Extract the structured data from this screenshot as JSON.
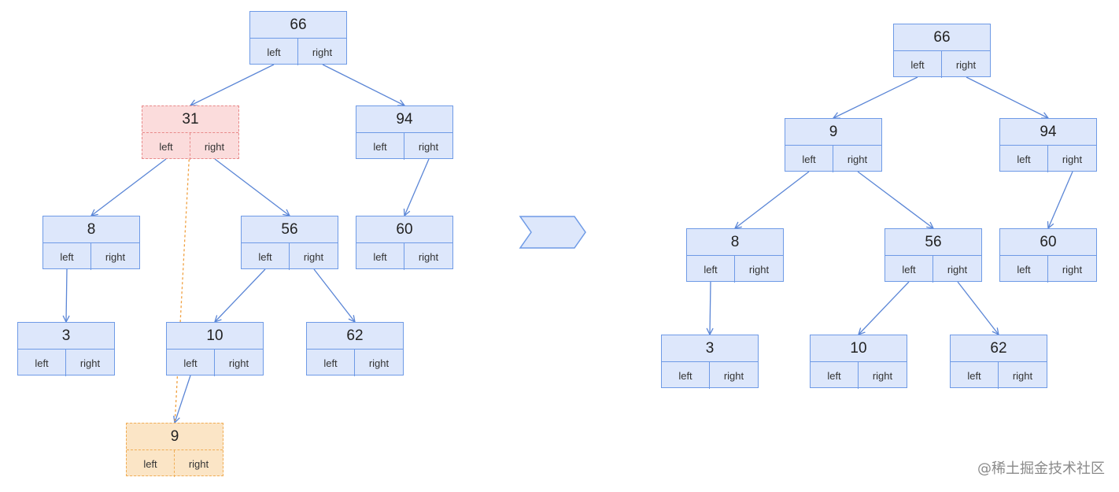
{
  "left_tree": {
    "nodes": [
      {
        "id": "66",
        "value": "66",
        "left": "left",
        "right": "right",
        "style": "normal"
      },
      {
        "id": "31",
        "value": "31",
        "left": "left",
        "right": "right",
        "style": "highlight-delete"
      },
      {
        "id": "94",
        "value": "94",
        "left": "left",
        "right": "right",
        "style": "normal"
      },
      {
        "id": "8",
        "value": "8",
        "left": "left",
        "right": "right",
        "style": "normal"
      },
      {
        "id": "56",
        "value": "56",
        "left": "left",
        "right": "right",
        "style": "normal"
      },
      {
        "id": "60",
        "value": "60",
        "left": "left",
        "right": "right",
        "style": "normal"
      },
      {
        "id": "3",
        "value": "3",
        "left": "left",
        "right": "right",
        "style": "normal"
      },
      {
        "id": "10",
        "value": "10",
        "left": "left",
        "right": "right",
        "style": "normal"
      },
      {
        "id": "62",
        "value": "62",
        "left": "left",
        "right": "right",
        "style": "normal"
      },
      {
        "id": "9",
        "value": "9",
        "left": "left",
        "right": "right",
        "style": "highlight-successor"
      }
    ],
    "edges": [
      [
        "66",
        "31"
      ],
      [
        "66",
        "94"
      ],
      [
        "31",
        "8"
      ],
      [
        "31",
        "56"
      ],
      [
        "94",
        "60"
      ],
      [
        "8",
        "3"
      ],
      [
        "56",
        "10"
      ],
      [
        "56",
        "62"
      ],
      [
        "10",
        "9"
      ]
    ],
    "move": {
      "from": "9",
      "to": "31"
    }
  },
  "right_tree": {
    "nodes": [
      {
        "id": "66",
        "value": "66",
        "left": "left",
        "right": "right",
        "style": "normal"
      },
      {
        "id": "9",
        "value": "9",
        "left": "left",
        "right": "right",
        "style": "normal"
      },
      {
        "id": "94",
        "value": "94",
        "left": "left",
        "right": "right",
        "style": "normal"
      },
      {
        "id": "8",
        "value": "8",
        "left": "left",
        "right": "right",
        "style": "normal"
      },
      {
        "id": "56",
        "value": "56",
        "left": "left",
        "right": "right",
        "style": "normal"
      },
      {
        "id": "60",
        "value": "60",
        "left": "left",
        "right": "right",
        "style": "normal"
      },
      {
        "id": "3",
        "value": "3",
        "left": "left",
        "right": "right",
        "style": "normal"
      },
      {
        "id": "10",
        "value": "10",
        "left": "left",
        "right": "right",
        "style": "normal"
      },
      {
        "id": "62",
        "value": "62",
        "left": "left",
        "right": "right",
        "style": "normal"
      }
    ],
    "edges": [
      [
        "66",
        "9"
      ],
      [
        "66",
        "94"
      ],
      [
        "9",
        "8"
      ],
      [
        "9",
        "56"
      ],
      [
        "94",
        "60"
      ],
      [
        "8",
        "3"
      ],
      [
        "56",
        "10"
      ],
      [
        "56",
        "62"
      ]
    ]
  },
  "colors": {
    "node_fill": "#dde7fb",
    "node_border": "#6e9ae6",
    "edge": "#5b86d6",
    "delete_fill": "#fbdcdc",
    "successor_fill": "#fbe5c6",
    "move_arrow": "#f0a040"
  },
  "watermark": "@稀土掘金技术社区"
}
